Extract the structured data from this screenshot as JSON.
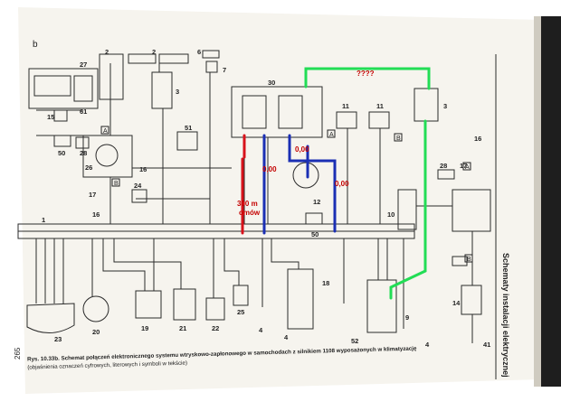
{
  "page": {
    "section_letter": "b",
    "page_number": "265",
    "side_title": "Schematy instalacji elektrycznej",
    "caption_line1": "Rys. 10.33b. Schemat połączeń elektronicznego systemu wtryskowo-zapłonowego w samochodach z silnikiem 1108 wyposażonych w klimatyzację",
    "caption_line2": "(objaśnienia oznaczeń cyfrowych, literowych i symboli w tekście)"
  },
  "overlays": {
    "unknown": "????",
    "val_a": "0,00",
    "val_b": "0,00",
    "val_c": "0,00",
    "resist_line1": "300 m",
    "resist_line2": "omów"
  },
  "labels": {
    "c1": "1",
    "c2": "2",
    "c2b": "2",
    "c3": "3",
    "c3b": "3",
    "c6": "6",
    "c7": "7",
    "c9": "9",
    "c10": "10",
    "c11": "11",
    "c11b": "11",
    "c12": "12",
    "c14": "14",
    "c15": "15",
    "c16": "16",
    "c16b": "16",
    "c16c": "16",
    "c17": "17",
    "c17b": "17",
    "c18": "18",
    "c19": "19",
    "c20": "20",
    "c21": "21",
    "c22": "22",
    "c23": "23",
    "c24": "24",
    "c25": "25",
    "c26": "26",
    "c27": "27",
    "c28": "28",
    "c28b": "28",
    "c30": "30",
    "c41": "41",
    "c50": "50",
    "c50b": "50",
    "c51": "51",
    "c52": "52",
    "c61": "61",
    "c4": "4",
    "c4b": "4",
    "c4c": "4",
    "bA1": "A",
    "bA2": "A",
    "bA3": "A",
    "bB1": "B",
    "bB2": "B",
    "bB3": "B"
  },
  "colors": {
    "paper": "#f7f5ef",
    "ink": "#2b2b2b",
    "red": "#d8121b",
    "blue": "#1b2fb4",
    "green": "#22dd55",
    "binding": "#222222",
    "overlay_text": "#c40000"
  }
}
